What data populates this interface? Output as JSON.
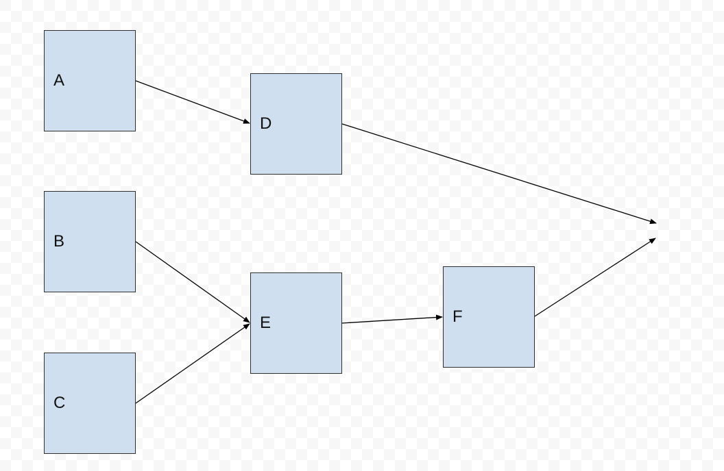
{
  "diagram": {
    "node_fill": "#cfdff0",
    "node_stroke": "#2e2e2e",
    "edge_color": "#000000",
    "nodes": [
      {
        "id": "A",
        "label": "A"
      },
      {
        "id": "B",
        "label": "B"
      },
      {
        "id": "C",
        "label": "C"
      },
      {
        "id": "D",
        "label": "D"
      },
      {
        "id": "E",
        "label": "E"
      },
      {
        "id": "F",
        "label": "F"
      }
    ],
    "edges": [
      {
        "from": "A",
        "to": "D"
      },
      {
        "from": "B",
        "to": "E"
      },
      {
        "from": "C",
        "to": "E"
      },
      {
        "from": "E",
        "to": "F"
      },
      {
        "from": "D",
        "to": "unlabeled-sink"
      },
      {
        "from": "F",
        "to": "unlabeled-sink"
      }
    ]
  }
}
